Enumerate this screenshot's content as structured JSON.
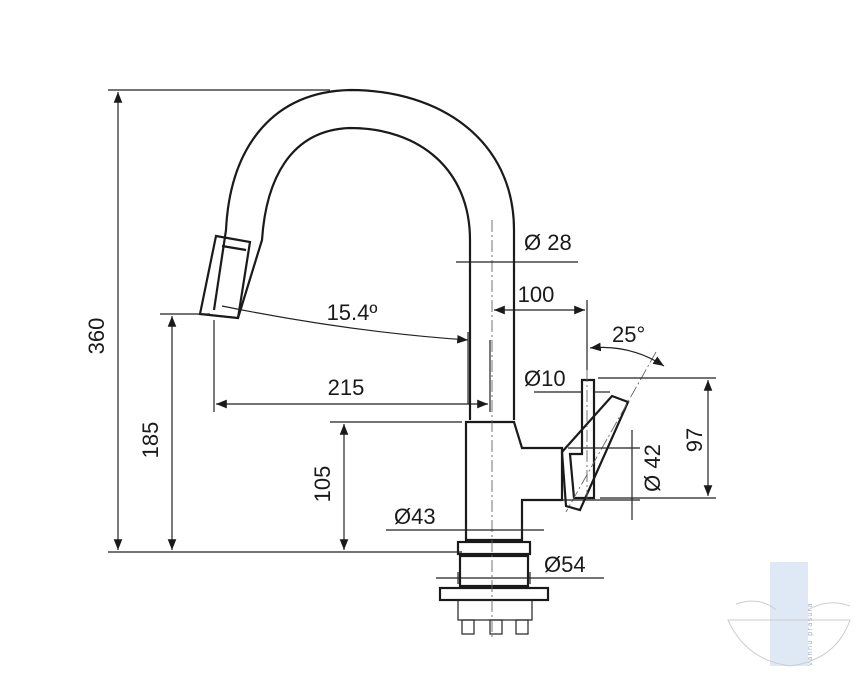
{
  "dimensions": {
    "height_total": "360",
    "spout_height": "185",
    "body_height": "105",
    "spout_reach": "215",
    "spout_angle": "15.4º",
    "pipe_diameter": "Ø 28",
    "handle_offset": "100",
    "handle_angle": "25°",
    "lever_diameter": "Ø10",
    "handle_height": "97",
    "handle_base_diameter": "Ø 42",
    "body_diameter": "Ø43",
    "base_diameter": "Ø54"
  },
  "colors": {
    "line": "#1a1a1a",
    "logo_bar": "#dbe7f5"
  },
  "logo": {
    "text": "vannu prasura",
    "icon": "bathtub-logo-icon"
  }
}
